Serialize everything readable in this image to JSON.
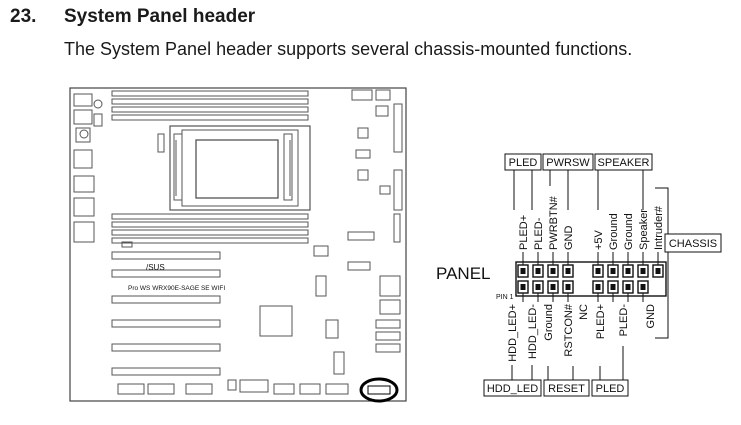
{
  "section": {
    "number": "23.",
    "title": "System Panel header",
    "description": "The System Panel header supports several chassis-mounted functions."
  },
  "board": {
    "logo": "/SUS",
    "model": "Pro WS WRX90E-SAGE SE WIFI"
  },
  "panel": {
    "label": "PANEL",
    "pin1": "PIN 1",
    "top_groups": [
      "PLED",
      "PWRSW",
      "SPEAKER"
    ],
    "side_group": "CHASSIS",
    "bottom_groups": [
      "HDD_LED",
      "RESET",
      "PLED"
    ],
    "top_pins": [
      "PLED+",
      "PLED-",
      "PWRBTN#",
      "GND",
      "+5V",
      "Ground",
      "Ground",
      "Speaker",
      "Intruder#"
    ],
    "bottom_pins": [
      "HDD_LED+",
      "HDD_LED-",
      "Ground",
      "RSTCON#",
      "NC",
      "PLED+",
      "PLED-",
      "GND"
    ]
  }
}
